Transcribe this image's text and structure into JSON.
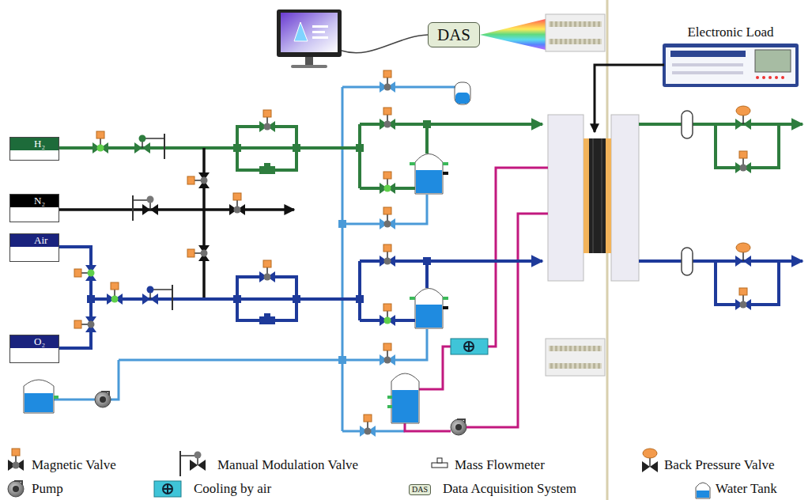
{
  "diagram": {
    "nodes": [
      {
        "text": [
          "DAS"
        ]
      },
      {
        "text": [
          "Electronic Load"
        ]
      },
      {
        "text": [
          "H₂"
        ]
      },
      {
        "text": [
          "N₂"
        ]
      },
      {
        "text": [
          "Air"
        ]
      },
      {
        "text": [
          "O₂"
        ]
      }
    ],
    "labels": [
      "DAS"
    ],
    "legend": [
      {
        "text": "Magnetic Valve"
      },
      {
        "text": "Manual Modulation Valve"
      },
      {
        "text": "Mass Flowmeter"
      },
      {
        "text": "Back Pressure Valve"
      },
      {
        "text": "Pump"
      },
      {
        "text": "Cooling by air"
      },
      {
        "text": "Data Acquisition System"
      },
      {
        "text": "Water Tank"
      }
    ]
  }
}
